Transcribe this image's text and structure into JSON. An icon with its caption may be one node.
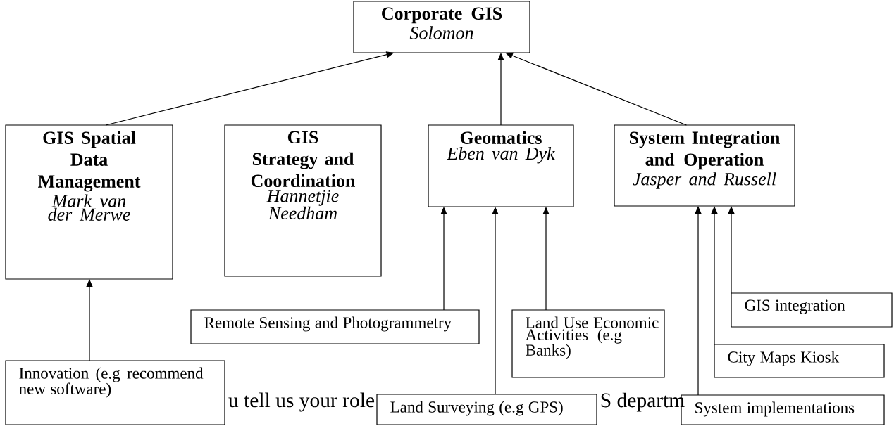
{
  "diagram": {
    "nodes": [
      {
        "text": [
          "Corporate GIS",
          "Solomon"
        ]
      },
      {
        "text": [
          "GIS Spatial Data Management",
          "Mark van der Merwe"
        ]
      },
      {
        "text": [
          "GIS Strategy and Coordination",
          "Hannetjie Needham"
        ]
      },
      {
        "text": [
          "Geomatics",
          "Eben van Dyk"
        ]
      },
      {
        "text": [
          "System Integration and Operation",
          "Jasper and Russell"
        ]
      },
      {
        "text": [
          "Remote Sensing and Photogrammetry"
        ]
      },
      {
        "text": [
          "Land Use Economic Activities (e.g Banks)"
        ]
      },
      {
        "text": [
          "GIS integration"
        ]
      },
      {
        "text": [
          "Innovation (e.g recommend new software)"
        ]
      },
      {
        "text": [
          "City Maps Kiosk"
        ]
      },
      {
        "text": [
          "Land Surveying (e.g GPS)"
        ]
      },
      {
        "text": [
          "System implementations"
        ]
      }
    ],
    "edges": [
      {
        "from": 1,
        "to": 0,
        "arrow": "to"
      },
      {
        "from": 3,
        "to": 0,
        "arrow": "to"
      },
      {
        "from": 4,
        "to": 0,
        "arrow": "to"
      },
      {
        "from": 8,
        "to": 1,
        "arrow": "to"
      },
      {
        "from": 5,
        "to": 3,
        "arrow": "to"
      },
      {
        "from": 10,
        "to": 3,
        "arrow": "to"
      },
      {
        "from": 6,
        "to": 3,
        "arrow": "to"
      },
      {
        "from": 11,
        "to": 4,
        "arrow": "to"
      },
      {
        "from": 9,
        "to": 4,
        "arrow": "to"
      },
      {
        "from": 7,
        "to": 4,
        "arrow": "to"
      }
    ],
    "labels": [
      "u tell us your role",
      "S departm"
    ]
  }
}
